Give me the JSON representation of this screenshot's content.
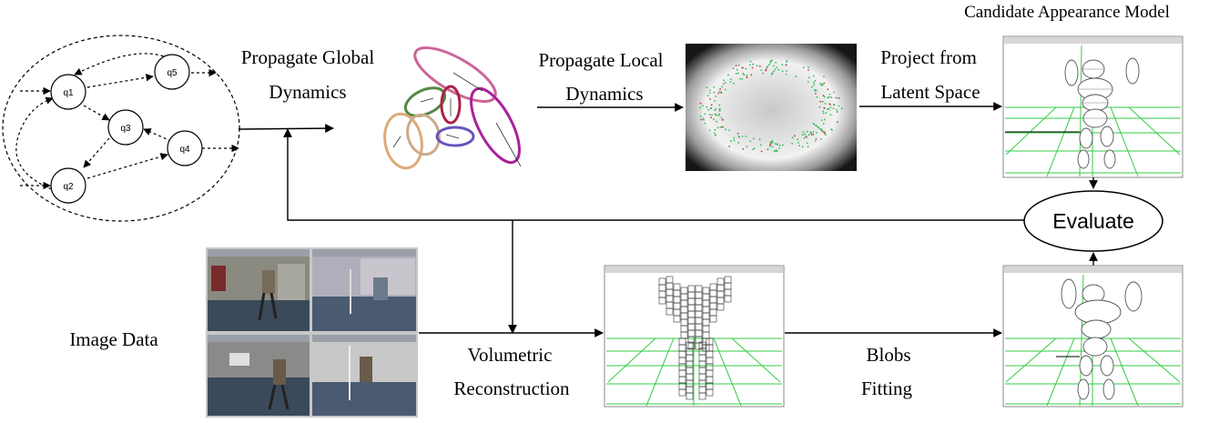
{
  "labels": {
    "propagate_global": [
      "Propagate Global",
      "Dynamics"
    ],
    "propagate_local": [
      "Propagate Local",
      "Dynamics"
    ],
    "project_latent": [
      "Project from",
      "Latent Space"
    ],
    "candidate_model": "Candidate Appearance Model",
    "evaluate": "Evaluate",
    "image_data": "Image Data",
    "volumetric": [
      "Volumetric",
      "Reconstruction"
    ],
    "blobs": [
      "Blobs",
      "Fitting"
    ]
  },
  "state_graph": {
    "nodes": [
      "q1",
      "q2",
      "q3",
      "q4",
      "q5"
    ]
  },
  "colors": {
    "text": "#000000",
    "grid_green": "#33cc44",
    "ellipse_pink": "#cc6699",
    "ellipse_green": "#558844",
    "ellipse_red": "#aa2244",
    "ellipse_tan": "#ddaa77",
    "ellipse_purple": "#6655bb",
    "ellipse_magenta": "#aa2299",
    "carpet": "#3a4a5a"
  }
}
